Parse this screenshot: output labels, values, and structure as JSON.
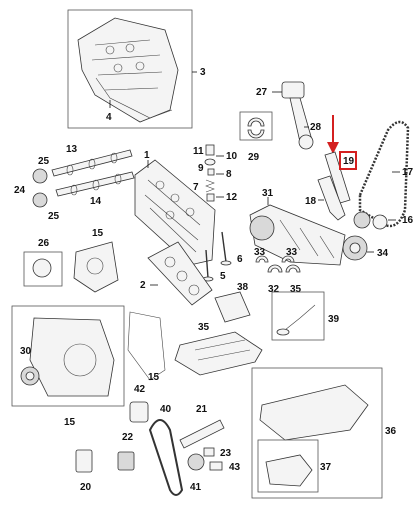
{
  "callouts": {
    "c1": "1",
    "c2": "2",
    "c3": "3",
    "c4": "4",
    "c5": "5",
    "c6": "6",
    "c7": "7",
    "c8": "8",
    "c9": "9",
    "c10": "10",
    "c11": "11",
    "c12": "12",
    "c13": "13",
    "c14": "14",
    "c15a": "15",
    "c15b": "15",
    "c15c": "15",
    "c16": "16",
    "c17": "17",
    "c18": "18",
    "c19": "19",
    "c20": "20",
    "c21": "21",
    "c22": "22",
    "c23": "23",
    "c24": "24",
    "c25a": "25",
    "c25b": "25",
    "c26": "26",
    "c27": "27",
    "c28": "28",
    "c29": "29",
    "c30": "30",
    "c31": "31",
    "c32": "32",
    "c33a": "33",
    "c33b": "33",
    "c34": "34",
    "c35": "35",
    "c36": "36",
    "c37": "37",
    "c38": "38",
    "c39": "39",
    "c40": "40",
    "c41": "41",
    "c42": "42",
    "c43": "43"
  },
  "highlight": {
    "color": "#d42020"
  }
}
